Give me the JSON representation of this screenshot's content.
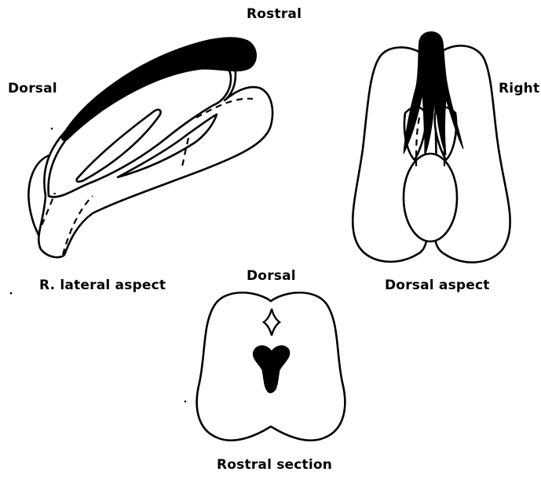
{
  "labels": {
    "rostral": "Rostral",
    "dorsal_left": "Dorsal",
    "right": "Right",
    "lateral_aspect": "R. lateral aspect",
    "dorsal_aspect": "Dorsal aspect",
    "dorsal_section": "Dorsal",
    "rostral_section": "Rostral section"
  }
}
